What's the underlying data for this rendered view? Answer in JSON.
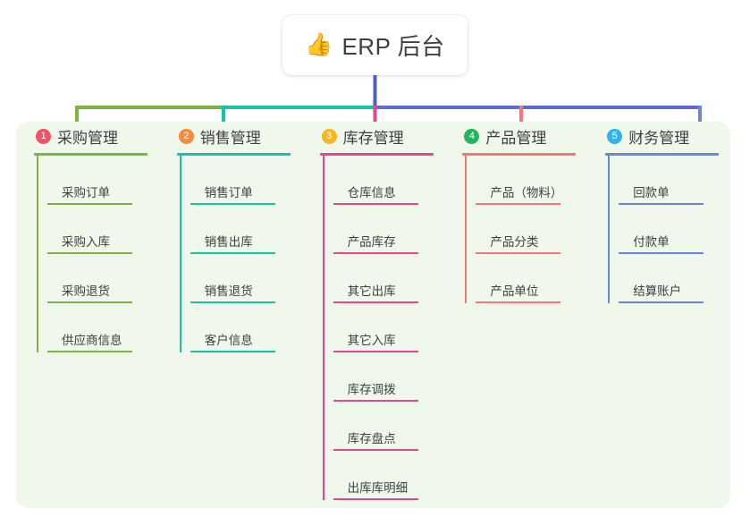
{
  "root": {
    "icon": "thumbs-up-icon",
    "icon_glyph": "👍",
    "title": "ERP 后台"
  },
  "panel": {
    "background_color": "#eff8ea"
  },
  "columns": [
    {
      "index": "1",
      "title": "采购管理",
      "badge_color": "#f4526b",
      "line_color": "#7cb342",
      "items": [
        "采购订单",
        "采购入库",
        "采购退货",
        "供应商信息"
      ]
    },
    {
      "index": "2",
      "title": "销售管理",
      "badge_color": "#f78b3c",
      "line_color": "#17c3a2",
      "items": [
        "销售订单",
        "销售出库",
        "销售退货",
        "客户信息"
      ]
    },
    {
      "index": "3",
      "title": "库存管理",
      "badge_color": "#f5b722",
      "line_color": "#e8468f",
      "items": [
        "仓库信息",
        "产品库存",
        "其它出库",
        "其它入库",
        "库存调拨",
        "库存盘点",
        "出库库明细"
      ]
    },
    {
      "index": "4",
      "title": "产品管理",
      "badge_color": "#25b45e",
      "line_color": "#f4787a",
      "items": [
        "产品（物料）",
        "产品分类",
        "产品单位"
      ]
    },
    {
      "index": "5",
      "title": "财务管理",
      "badge_color": "#34b3e8",
      "line_color": "#6d85d8",
      "items": [
        "回款单",
        "付款单",
        "结算账户"
      ]
    }
  ],
  "connectors": {
    "trunk_color": "#4f5fc4",
    "bus_segments": [
      {
        "color": "#7cb342"
      },
      {
        "color": "#17c3a2"
      },
      {
        "color": "#5b6bd0"
      }
    ]
  }
}
